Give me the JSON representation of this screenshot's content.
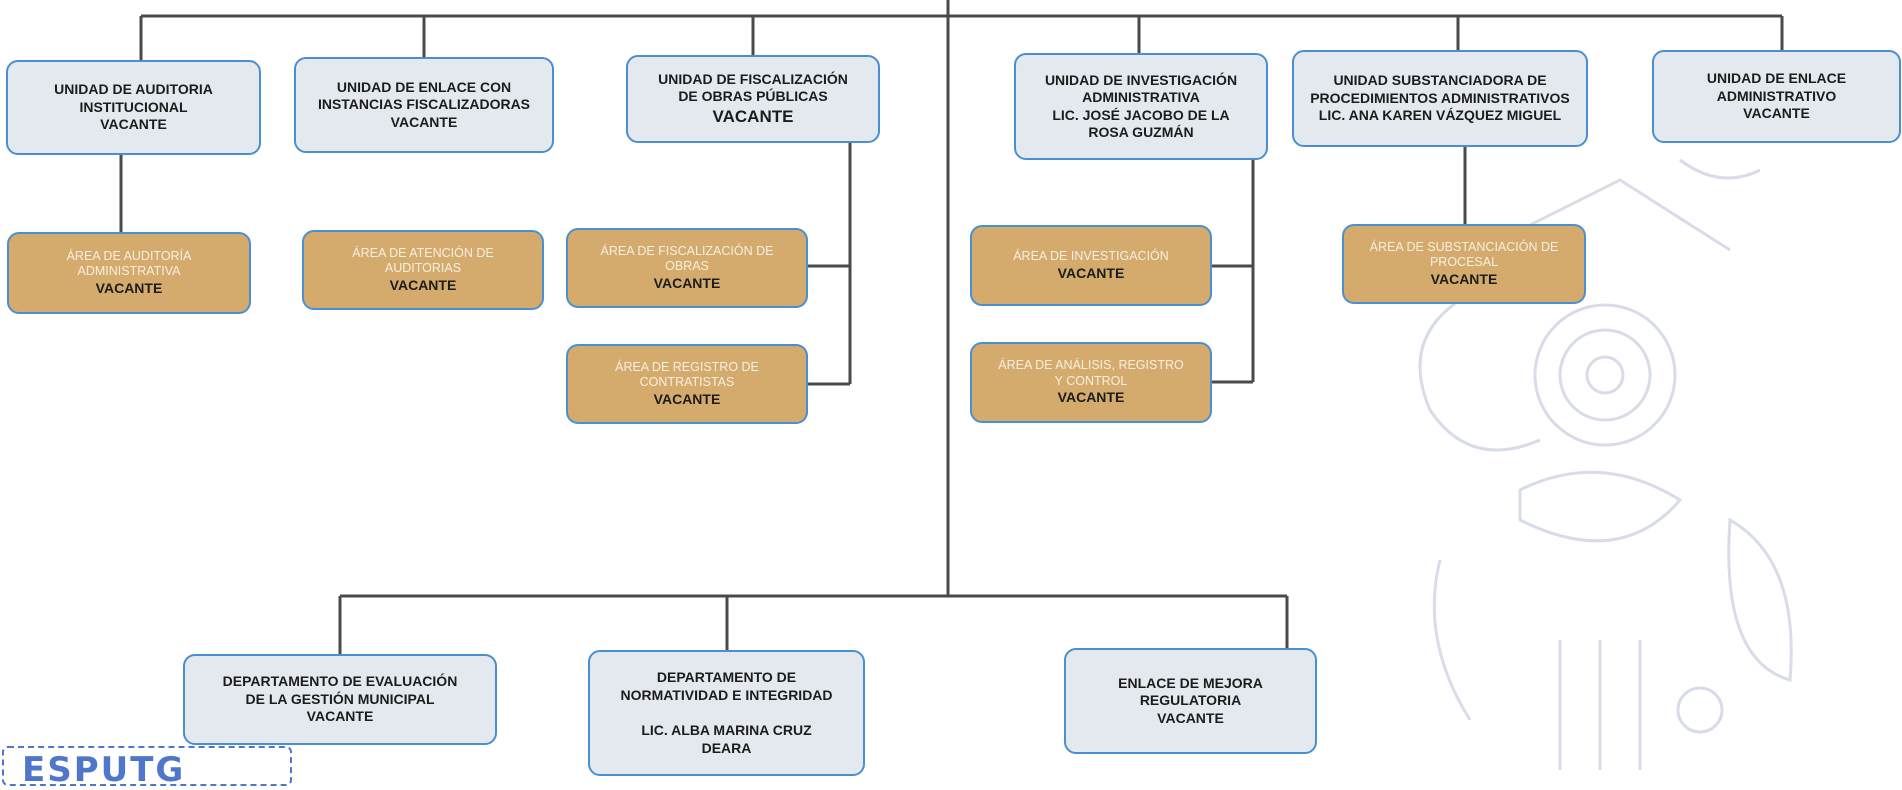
{
  "units": {
    "auditoria": {
      "line1": "UNIDAD DE AUDITORIA",
      "line2": "INSTITUCIONAL",
      "status": "VACANTE"
    },
    "enlace_fiscalizadoras": {
      "line1": "UNIDAD DE ENLACE CON",
      "line2": "INSTANCIAS FISCALIZADORAS",
      "status": "VACANTE"
    },
    "fiscalizacion": {
      "line1": "UNIDAD DE FISCALIZACIÓN",
      "line2": "DE OBRAS PÚBLICAS",
      "status": "VACANTE"
    },
    "investigacion": {
      "line1": "UNIDAD DE INVESTIGACIÓN",
      "line2": "ADMINISTRATIVA",
      "line3": "LIC. JOSÉ JACOBO DE LA",
      "line4": "ROSA GUZMÁN"
    },
    "substanciadora": {
      "line1": "UNIDAD SUBSTANCIADORA DE",
      "line2": "PROCEDIMIENTOS ADMINISTRATIVOS",
      "line3": "LIC. ANA KAREN VÁZQUEZ MIGUEL"
    },
    "enlace_administrativo": {
      "line1": "UNIDAD DE ENLACE",
      "line2": "ADMINISTRATIVO",
      "status": "VACANTE"
    }
  },
  "areas": {
    "auditoria_admin": {
      "line1": "ÁREA DE AUDITORÍA",
      "line2": "ADMINISTRATIVA",
      "status": "VACANTE"
    },
    "atencion": {
      "line1": "ÁREA DE ATENCIÓN DE",
      "line2": "AUDITORIAS",
      "status": "VACANTE"
    },
    "fiscalizacion_obras": {
      "line1": "ÁREA DE FISCALIZACIÓN DE",
      "line2": "OBRAS",
      "status": "VACANTE"
    },
    "registro_contratistas": {
      "line1": "ÁREA DE REGISTRO DE",
      "line2": "CONTRATISTAS",
      "status": "VACANTE"
    },
    "investigacion": {
      "line1": "ÁREA DE INVESTIGACIÓN",
      "status": "VACANTE"
    },
    "analisis": {
      "line1": "ÁREA DE ANÁLISIS, REGISTRO",
      "line2": "Y CONTROL",
      "status": "VACANTE"
    },
    "substanciacion": {
      "line1": "ÁREA DE SUBSTANCIACIÓN DE",
      "line2": "PROCESAL",
      "status": "VACANTE"
    }
  },
  "departments": {
    "evaluacion": {
      "line1": "DEPARTAMENTO DE EVALUACIÓN",
      "line2": "DE LA GESTIÓN MUNICIPAL",
      "status": "VACANTE"
    },
    "normatividad": {
      "line1": "DEPARTAMENTO DE",
      "line2": "NORMATIVIDAD E INTEGRIDAD",
      "line3": "LIC. ALBA MARINA CRUZ",
      "line4": "DEARA"
    },
    "mejora": {
      "line1": "ENLACE DE MEJORA",
      "line2": "REGULATORIA",
      "status": "VACANTE"
    }
  },
  "stamp": {
    "text": "ESPUTG"
  },
  "colors": {
    "unit_fill": "#e4e9ef",
    "area_fill": "#d4ab6c",
    "border": "#4a8fd0",
    "connector": "#4a4a4a"
  }
}
